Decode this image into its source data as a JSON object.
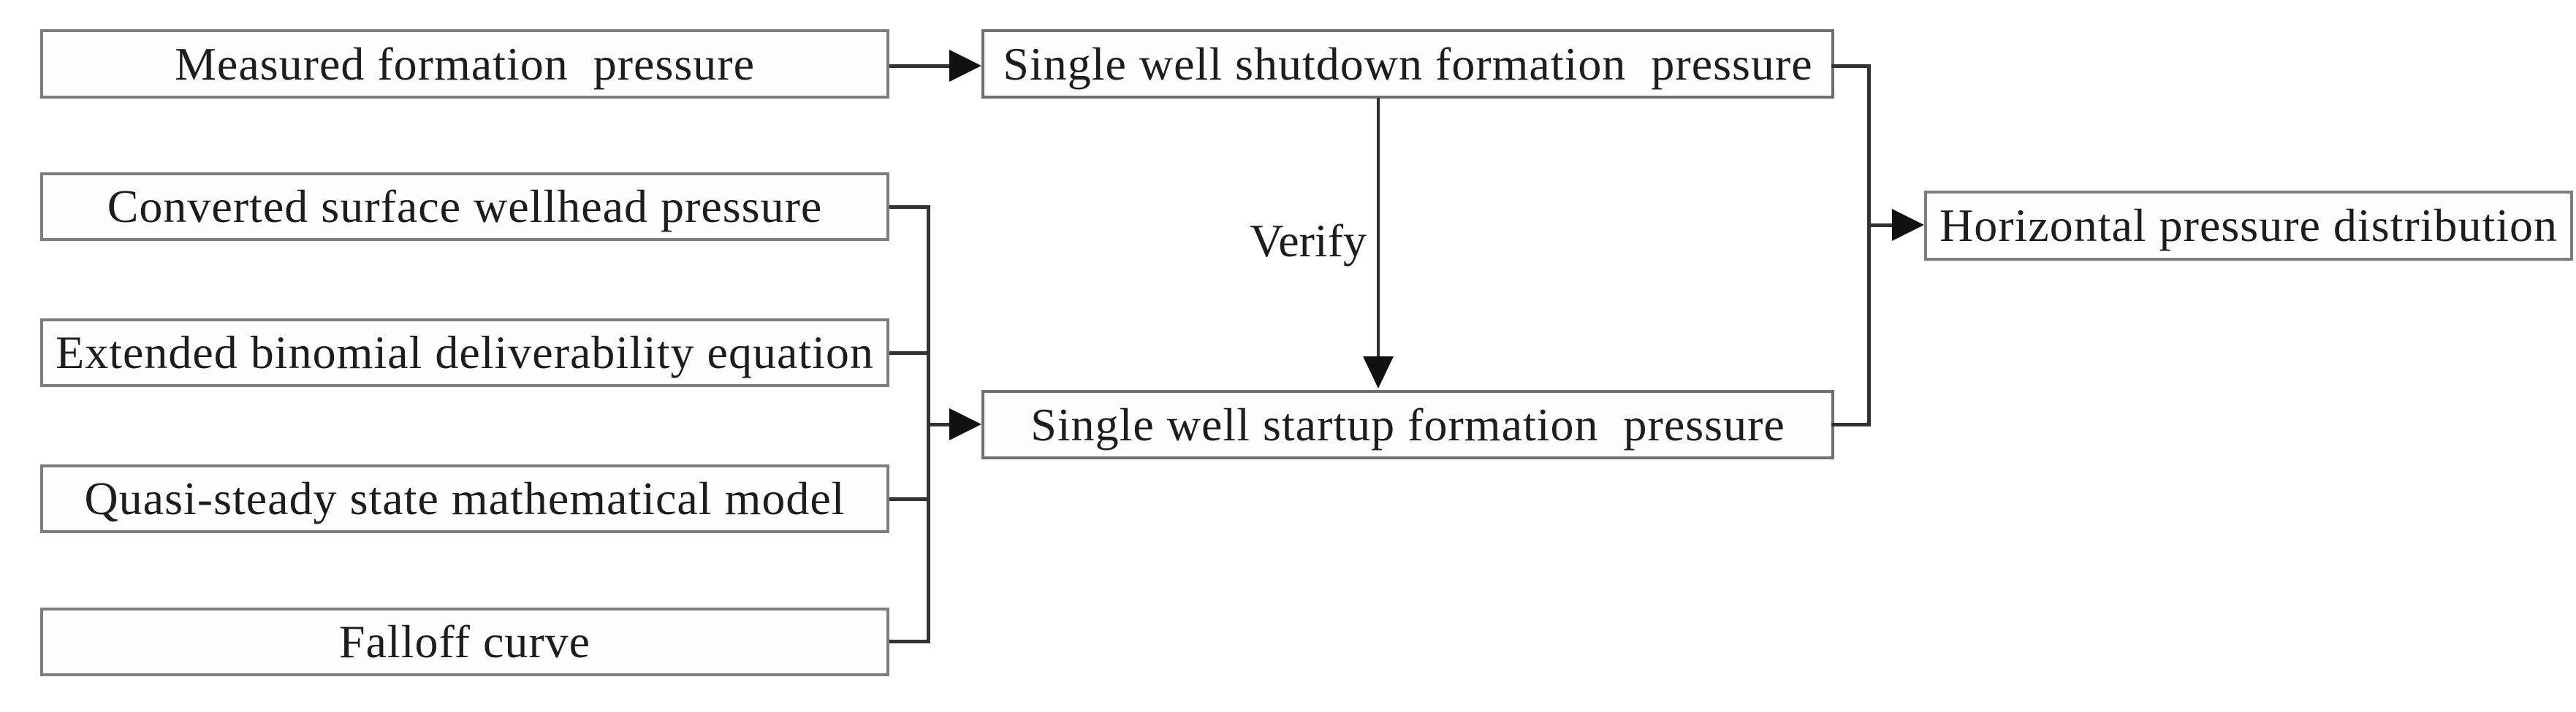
{
  "diagram": {
    "type": "flowchart",
    "nodes": {
      "measured_formation_pressure": "Measured formation  pressure",
      "converted_surface_wellhead_pressure": "Converted surface wellhead pressure",
      "extended_binomial_deliverability_equation": "Extended binomial deliverability equation",
      "quasi_steady_state_mathematical_model": "Quasi-steady state mathematical model",
      "falloff_curve": "Falloff curve",
      "single_well_shutdown_formation_pressure": "Single well shutdown formation  pressure",
      "single_well_startup_formation_pressure": "Single well startup formation  pressure",
      "horizontal_pressure_distribution": "Horizontal pressure distribution"
    },
    "edge_labels": {
      "verify": "Verify"
    },
    "colors": {
      "background": "#ffffff",
      "box_border": "#7e7e7e",
      "connector_line": "#333333",
      "arrowhead": "#111111",
      "text": "#1d1d1d"
    }
  }
}
